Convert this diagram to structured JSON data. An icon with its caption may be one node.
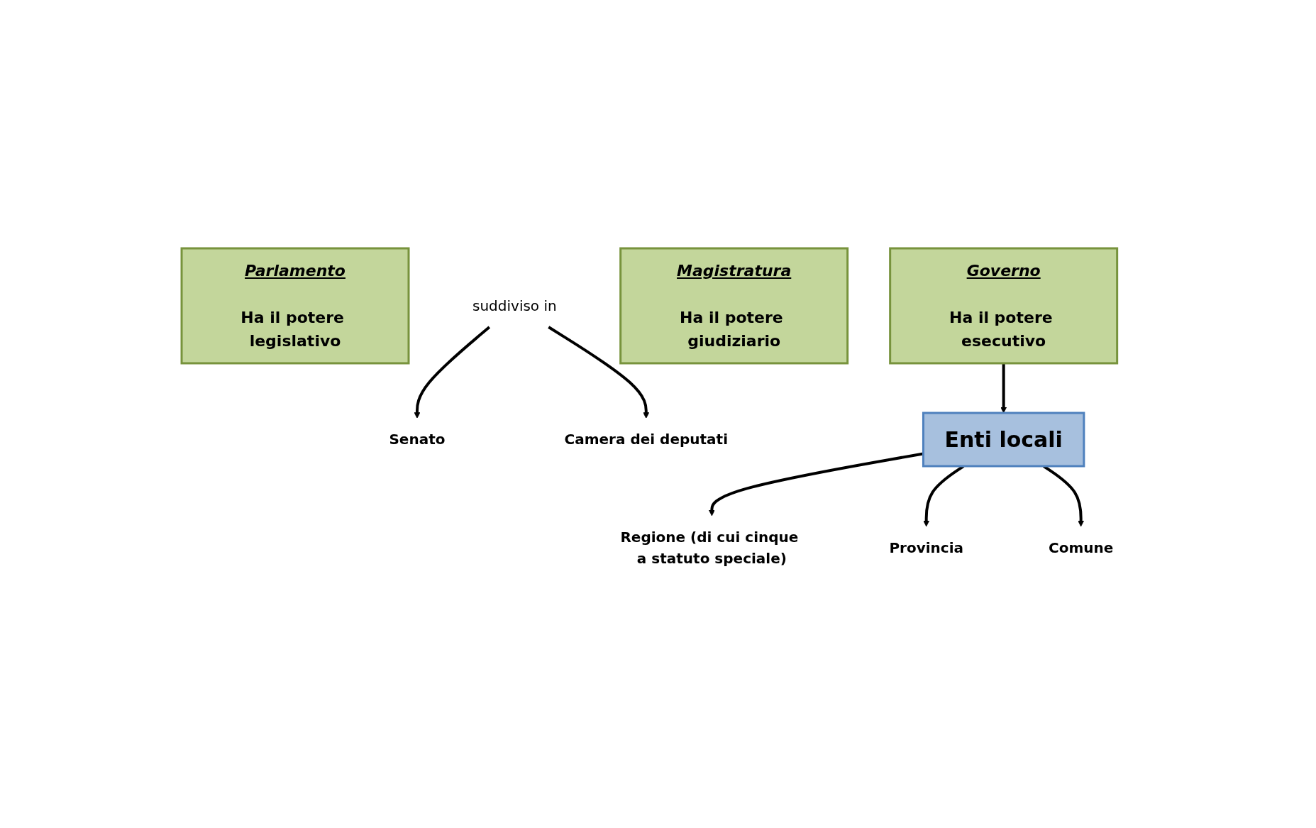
{
  "diagram": {
    "nodes": [
      {
        "text": [
          "Parlamento",
          "Ha il potere legislativo"
        ]
      },
      {
        "text": [
          "Governo",
          "Ha il potere esecutivo"
        ]
      },
      {
        "text": [
          "Magistratura",
          "Ha il potere giudiziario"
        ]
      },
      {
        "text": [
          "suddiviso in"
        ]
      },
      {
        "text": [
          "Senato"
        ]
      },
      {
        "text": [
          "Camera dei deputati"
        ]
      },
      {
        "text": [
          "Enti locali"
        ]
      },
      {
        "text": [
          "Regione (di cui cinque a statuto speciale)"
        ]
      },
      {
        "text": [
          "Provincia"
        ]
      },
      {
        "text": [
          "Comune"
        ]
      }
    ],
    "edges": [
      {
        "from": 3,
        "to": 4,
        "arrow": "to"
      },
      {
        "from": 3,
        "to": 5,
        "arrow": "to"
      },
      {
        "from": 1,
        "to": 6,
        "arrow": "to"
      },
      {
        "from": 6,
        "to": 7,
        "arrow": "to"
      },
      {
        "from": 6,
        "to": 8,
        "arrow": "to"
      },
      {
        "from": 6,
        "to": 9,
        "arrow": "to"
      }
    ]
  }
}
